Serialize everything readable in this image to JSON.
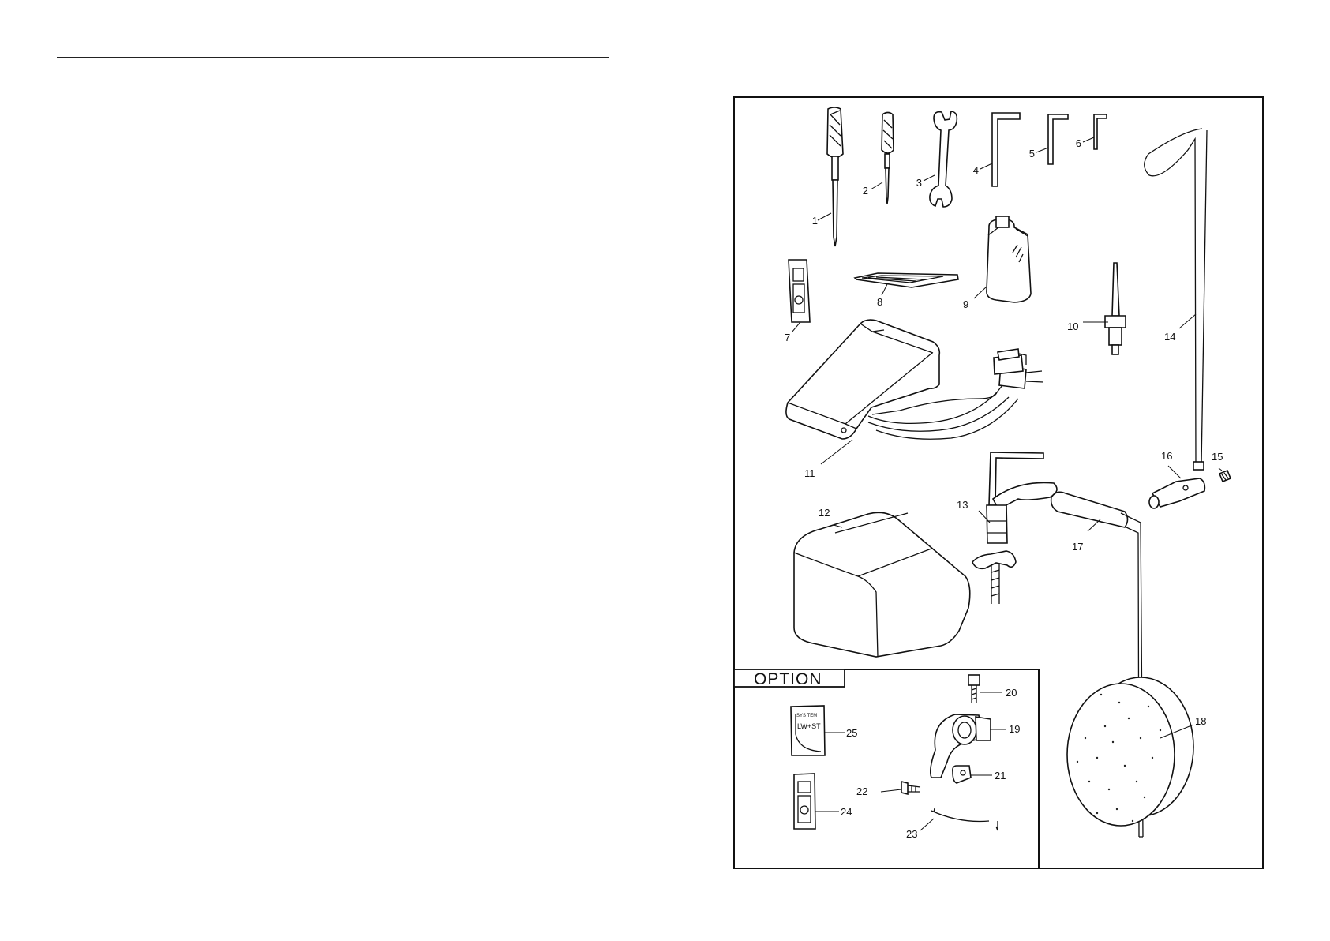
{
  "option_box": {
    "label": "OPTION"
  },
  "small_texts": {
    "card_line1": "SYS TEM",
    "card_line2": "LW+ST"
  },
  "parts": [
    {
      "id": "part-1",
      "number": "1",
      "name": "large screwdriver"
    },
    {
      "id": "part-2",
      "number": "2",
      "name": "small screwdriver"
    },
    {
      "id": "part-3",
      "number": "3",
      "name": "wrench"
    },
    {
      "id": "part-4",
      "number": "4",
      "name": "large hex key"
    },
    {
      "id": "part-5",
      "number": "5",
      "name": "medium hex key"
    },
    {
      "id": "part-6",
      "number": "6",
      "name": "small hex key"
    },
    {
      "id": "part-7",
      "number": "7",
      "name": "card"
    },
    {
      "id": "part-8",
      "number": "8",
      "name": "mat"
    },
    {
      "id": "part-9",
      "number": "9",
      "name": "oil bottle"
    },
    {
      "id": "part-10",
      "number": "10",
      "name": "spool pin"
    },
    {
      "id": "part-11",
      "number": "11",
      "name": "foot controller"
    },
    {
      "id": "part-12",
      "number": "12",
      "name": "cover"
    },
    {
      "id": "part-13",
      "number": "13",
      "name": "clamp"
    },
    {
      "id": "part-14",
      "number": "14",
      "name": "rod"
    },
    {
      "id": "part-15",
      "number": "15",
      "name": "set screw"
    },
    {
      "id": "part-16",
      "number": "16",
      "name": "connector"
    },
    {
      "id": "part-17",
      "number": "17",
      "name": "knee lever"
    },
    {
      "id": "part-18",
      "number": "18",
      "name": "knee pad"
    },
    {
      "id": "part-19",
      "number": "19",
      "name": "bracket"
    },
    {
      "id": "part-20",
      "number": "20",
      "name": "screw"
    },
    {
      "id": "part-21",
      "number": "21",
      "name": "clip"
    },
    {
      "id": "part-22",
      "number": "22",
      "name": "screw"
    },
    {
      "id": "part-23",
      "number": "23",
      "name": "spring"
    },
    {
      "id": "part-24",
      "number": "24",
      "name": "card"
    },
    {
      "id": "part-25",
      "number": "25",
      "name": "system card"
    }
  ]
}
